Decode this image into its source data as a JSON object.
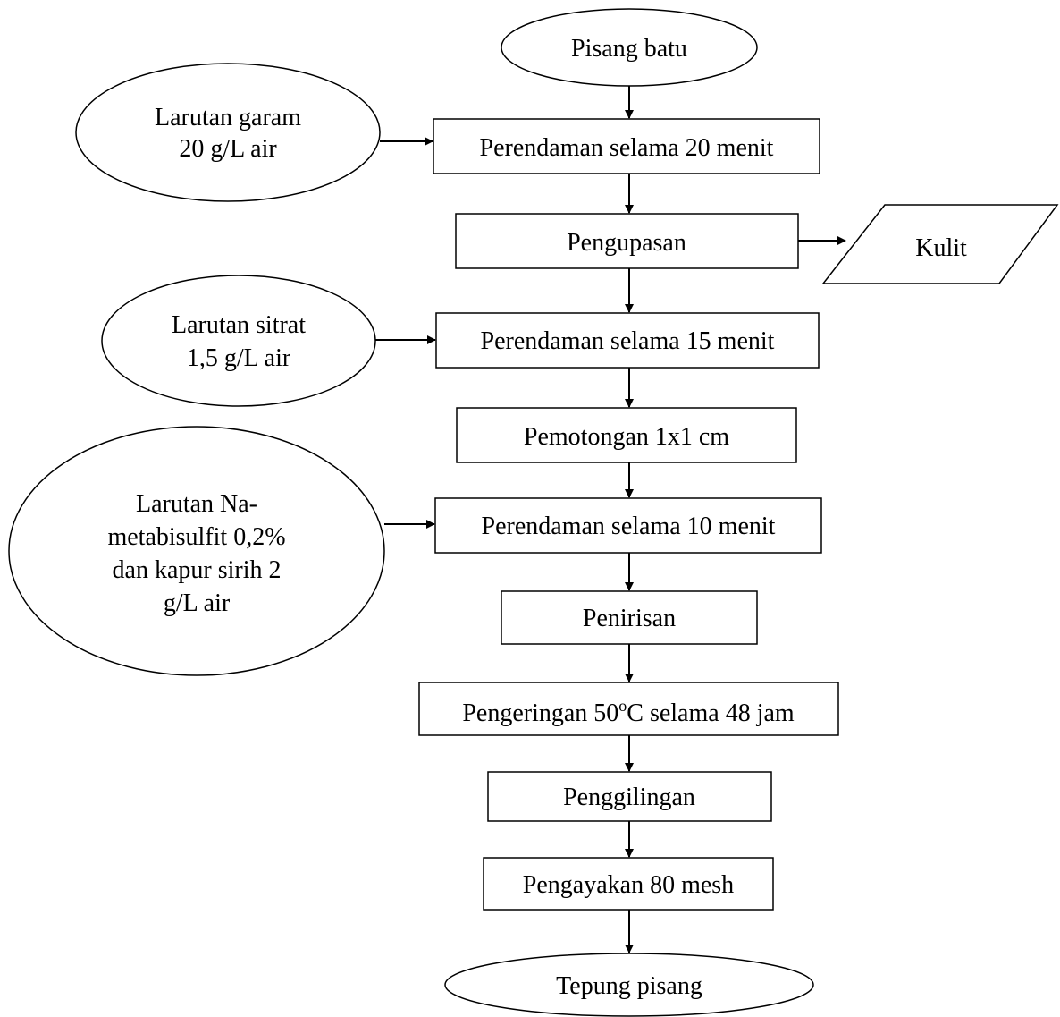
{
  "diagram": {
    "start": "Pisang batu",
    "end": "Tepung pisang",
    "steps": {
      "s1": "Perendaman selama 20 menit",
      "s2": "Pengupasan",
      "s3": "Perendaman selama 15 menit",
      "s4": "Pemotongan 1x1 cm",
      "s5": "Perendaman selama 10 menit",
      "s6": "Penirisan",
      "s7_pre": "Pengeringan 50",
      "s7_sup": "o",
      "s7_post": "C selama 48 jam",
      "s8": "Penggilingan",
      "s9": "Pengayakan 80 mesh"
    },
    "inputs": {
      "salt": [
        "Larutan garam",
        "20 g/L air"
      ],
      "citric": [
        "Larutan sitrat",
        "1,5 g/L air"
      ],
      "metabisulfite": [
        "Larutan Na-",
        "metabisulfit 0,2%",
        "dan kapur sirih 2",
        "g/L air"
      ]
    },
    "outputs": {
      "peel": "Kulit"
    }
  }
}
